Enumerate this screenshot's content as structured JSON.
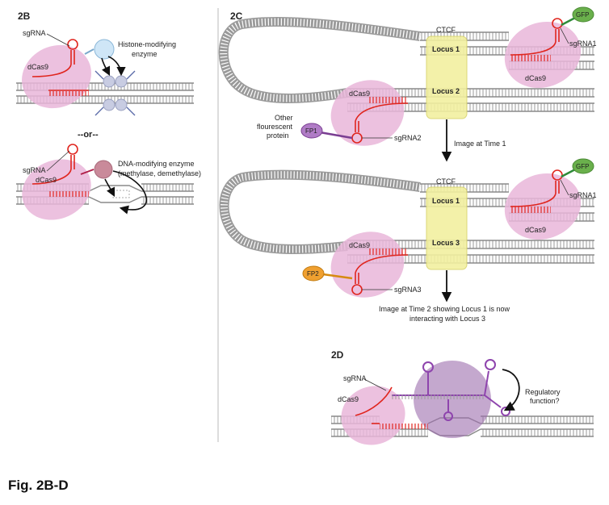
{
  "figure": {
    "caption": "Fig. 2B-D",
    "panel_2b": {
      "label": "2B",
      "top": {
        "sgrna": "sgRNA",
        "dcas9": "dCas9",
        "enzyme_line1": "Histone-modifying",
        "enzyme_line2": "enzyme"
      },
      "separator": "--or--",
      "bottom": {
        "sgrna": "sgRNA",
        "dcas9": "dCas9",
        "enzyme_line1": "DNA-modifying enzyme",
        "enzyme_line2": "(methylase, demethylase)"
      }
    },
    "panel_2c": {
      "label": "2C",
      "top": {
        "ctcf": "CTCF",
        "locus_a": "Locus 1",
        "locus_b": "Locus 2",
        "gfp": "GFP",
        "sgrna1": "sgRNA1",
        "dcas9_right": "dCas9",
        "dcas9_left": "dCas9",
        "fp": "FP1",
        "other_line1": "Other",
        "other_line2": "flourescent",
        "other_line3": "protein",
        "sgrna_left": "sgRNA2"
      },
      "arrow_label_1": "Image at Time 1",
      "bottom": {
        "ctcf": "CTCF",
        "locus_a": "Locus 1",
        "locus_b": "Locus 3",
        "gfp": "GFP",
        "sgrna1": "sgRNA1",
        "dcas9_right": "dCas9",
        "dcas9_left": "dCas9",
        "fp": "FP2",
        "sgrna_left": "sgRNA3"
      },
      "arrow_label_2_line1": "Image at Time 2 showing Locus 1 is now",
      "arrow_label_2_line2": "interacting with Locus 3"
    },
    "panel_2d": {
      "label": "2D",
      "sgrna": "sgRNA",
      "dcas9": "dCas9",
      "regulatory_line1": "Regulatory",
      "regulatory_line2": "function?"
    },
    "colors": {
      "dcas9": "#e9b6d9",
      "sgrna": "#e0261f",
      "gfp": "#6ab04c",
      "fp1": "#b07cc6",
      "fp2": "#f0a030",
      "ctcf": "#f2f0a0",
      "lncrna": "#8e44ad",
      "histone_enzyme": "#cfe6f7",
      "dna_enzyme": "#c98a9a"
    }
  }
}
